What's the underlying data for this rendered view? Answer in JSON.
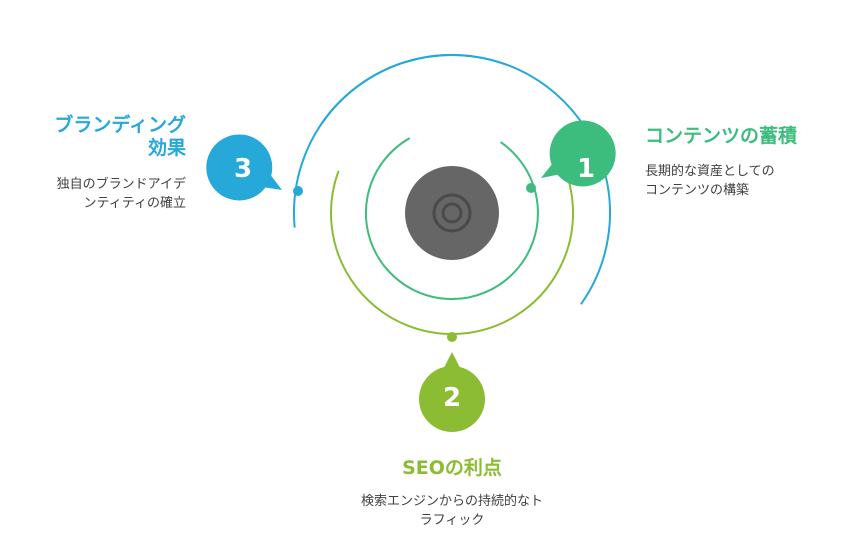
{
  "colors": {
    "green": "#3dbd7d",
    "olive": "#8cbc33",
    "blue": "#26a8d9",
    "center": "#666666",
    "icon": "#4a4a4a",
    "text": "#404040"
  },
  "center_icon": "camera-lens-icon",
  "steps": [
    {
      "number": "1",
      "title": "コンテンツの蓄積",
      "desc_line1": "長期的な資産としての",
      "desc_line2": "コンテンツの構築"
    },
    {
      "number": "2",
      "title": "SEOの利点",
      "desc_line1": "検索エンジンからの持続的なト",
      "desc_line2": "ラフィック"
    },
    {
      "number": "3",
      "title_line1": "ブランディング",
      "title_line2": "効果",
      "desc_line1": "独自のブランドアイデ",
      "desc_line2": "ンティティの確立"
    }
  ]
}
